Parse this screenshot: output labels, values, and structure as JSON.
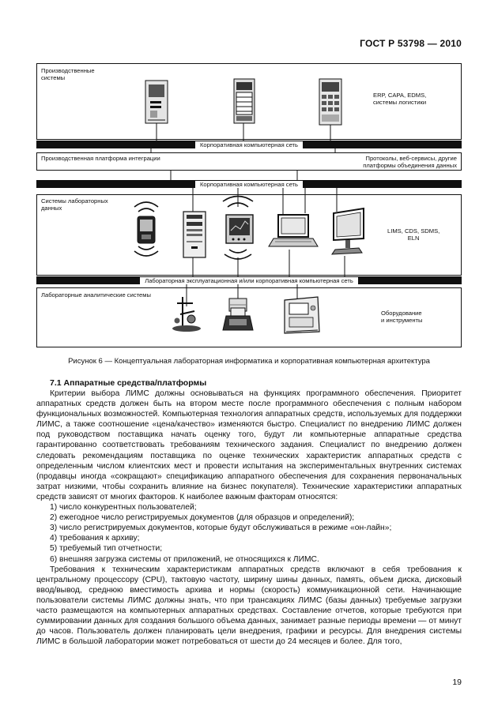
{
  "header": {
    "doc_id": "ГОСТ Р 53798 — 2010"
  },
  "figure": {
    "zone1_label": "Производственные\nсистемы",
    "zone1_right": "ERP, CAPA, EDMS,\nсистемы логистики",
    "net1": "Корпоративная компьютерная сеть",
    "zone2_label": "Производственная платформа интеграции",
    "zone2_right": "Протоколы, веб-сервисы, другие\nплатформы объединения данных",
    "net2": "Корпоративная компьютерная сеть",
    "zone3_label": "Системы лабораторных\nданных",
    "zone3_right": "LIMS, CDS, SDMS,\nELN",
    "net3": "Лабораторная эксплуатационная и/или корпоративная компьютерная сеть",
    "zone4_label": "Лабораторные аналитические системы",
    "zone4_right": "Оборудование\nи инструменты",
    "caption": "Рисунок 6 — Концептуальная лабораторная информатика и корпоративная компьютерная архитектура"
  },
  "section": {
    "title": "7.1 Аппаратные средства/платформы"
  },
  "paragraphs": [
    "Критерии выбора ЛИМС должны основываться на функциях программного обеспечения. Приоритет аппаратных средств должен быть на втором месте после программного обеспечения с полным набором функциональных возможностей. Компьютерная технология аппаратных средств, используемых для поддержки ЛИМС, а также соотношение «цена/качество» изменяются быстро. Специалист по внедрению ЛИМС должен под руководством поставщика начать оценку того, будут ли компьютерные аппаратные средства гарантированно соответствовать требованиям технического задания. Специалист по внедрению должен следовать рекомендациям поставщика по оценке технических характеристик аппаратных средств с определенным числом клиентских мест и провести испытания на экспериментальных внутренних системах (продавцы иногда «сокращают» спецификацию аппаратного обеспечения для сохранения первоначальных затрат низкими, чтобы сохранить влияние на бизнес покупателя). Технические характеристики аппаратных средств зависят от многих факторов. К наиболее важным факторам относятся:"
  ],
  "list": [
    "1) число конкурентных пользователей;",
    "2) ежегодное число регистрируемых документов (для образцов и определений);",
    "3) число регистрируемых документов, которые будут обслуживаться в режиме «он-лайн»;",
    "4) требования к архиву;",
    "5) требуемый тип отчетности;",
    "6) внешняя загрузка системы от приложений, не относящихся к ЛИМС."
  ],
  "paragraph2": "Требования к техническим характеристикам аппаратных средств включают в себя требования к центральному процессору (CPU), тактовую частоту, ширину шины данных, память, объем диска, дисковый ввод/вывод, среднюю вместимость архива и нормы (скорость) коммуникационной сети. Начинающие пользователи системы ЛИМС должны знать, что при трансакциях ЛИМС (базы данных) требуемые загрузки часто размещаются на компьютерных аппаратных средствах. Составление отчетов, которые требуются при суммировании данных для создания большого объема данных, занимает разные периоды времени — от минут до часов. Пользователь должен планировать цели внедрения, графики и ресурсы. Для внедрения системы ЛИМС в большой лаборатории может потребоваться от шести до 24 месяцев и более. Для того,",
  "page_number": "19",
  "icons": [
    "server-icon",
    "server-icon",
    "server-icon",
    "wireless-handheld-icon",
    "tower-pc-icon",
    "wireless-monitor-icon",
    "laptop-icon",
    "desktop-monitor-icon",
    "lab-instrument-icon",
    "analytical-balance-icon",
    "analyzer-instrument-icon"
  ]
}
